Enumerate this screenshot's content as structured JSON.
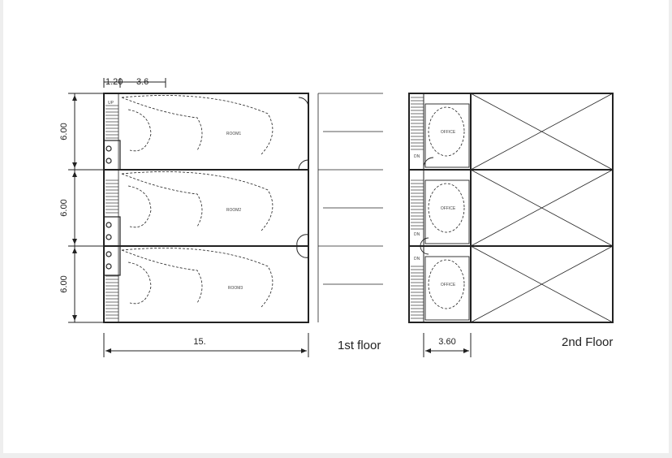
{
  "dimensions": {
    "top_a": "1.20",
    "top_b": "3.6",
    "left": [
      "6.00",
      "6.00",
      "6.00"
    ],
    "bottom_first": "15.",
    "bottom_second": "3.60"
  },
  "labels": {
    "first_floor": "1st floor",
    "second_floor": "2nd Floor"
  },
  "rooms_first_floor": [
    "ROOM1",
    "ROOM2",
    "ROOM3"
  ],
  "rooms_second_floor": [
    "OFFICE",
    "OFFICE",
    "OFFICE"
  ],
  "stair_up": "UP",
  "stair_down": "DN"
}
